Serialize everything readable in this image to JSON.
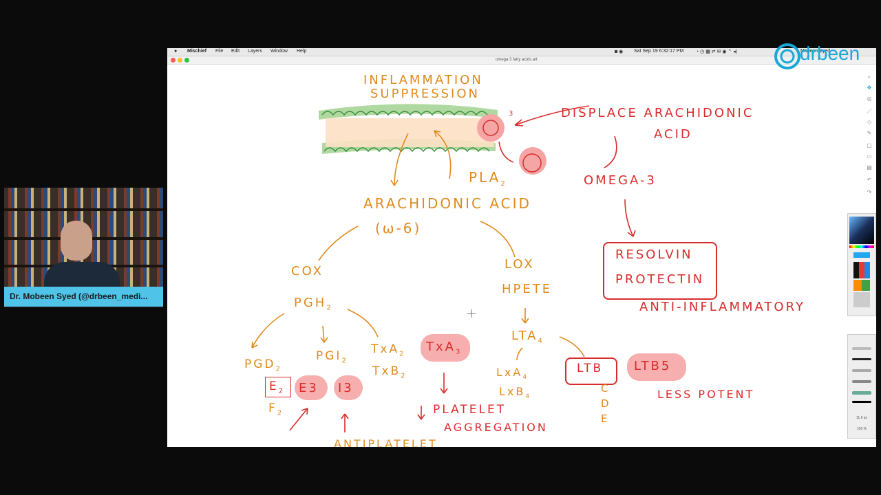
{
  "menubar": {
    "app": "Mischief",
    "menus": [
      "File",
      "Edit",
      "Layers",
      "Window",
      "Help"
    ],
    "clock": "Sat Sep 19  6:32:17 PM",
    "user": "Mobeen Syed"
  },
  "titlebar": {
    "filename": "omega 3 fatty acids.art"
  },
  "logo": {
    "text": "drbeen"
  },
  "presenter": {
    "label": "Dr. Mobeen Syed (@drbeen_medi..."
  },
  "drawing": {
    "title1": "INFLAMMATION",
    "title2": "SUPPRESSION",
    "displace1": "DISPLACE  ARACHIDONIC",
    "displace2": "ACID",
    "omega3": "OMEGA-3",
    "resolvin": "RESOLVIN",
    "protectin": "PROTECTIN",
    "anti": "ANTI-INFLAMMATORY",
    "pla2": "PLA",
    "arachidonic": "ARACHIDONIC  ACID",
    "omega6": "(ω-6)",
    "cox": "COX",
    "lox": "LOX",
    "hpete": "HPETE",
    "pgh2": "PGH",
    "lta4": "LTA",
    "pgd2": "PGD",
    "pgi2": "PGI",
    "txa2": "TxA",
    "txb2": "TxB",
    "txa3": "TxA",
    "e2": "E",
    "e3": "E3",
    "i3": "I3",
    "f2": "F",
    "platelet1": "PLATELET",
    "platelet2": "AGGREGATION",
    "lxa4": "LxA",
    "lxb4": "LxB",
    "ltb": "LTB",
    "ltb5": "LTB5",
    "c": "C",
    "d": "D",
    "e": "E",
    "less": "LESS  POTENT",
    "antiplatelet": "ANTIPLATELET",
    "three": "3"
  },
  "toolbar": {
    "size": "11.6 px",
    "opacity": "100 %"
  }
}
